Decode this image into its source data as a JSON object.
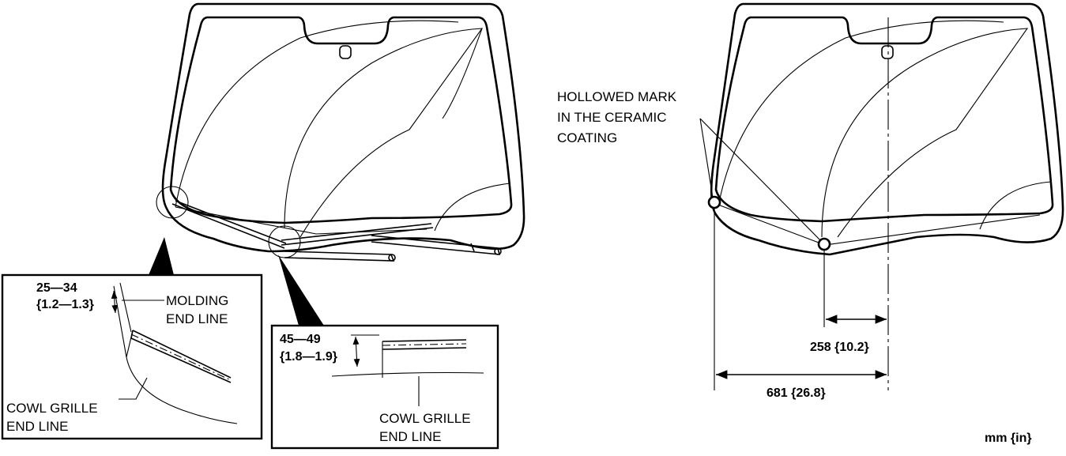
{
  "labels": {
    "dim_molding_mm": "25—34",
    "dim_molding_in": "{1.2—1.3}",
    "molding_line1": "MOLDING",
    "molding_line2": "END LINE",
    "cowl_left_line1": "COWL GRILLE",
    "cowl_left_line2": "END LINE",
    "dim_cowl_mm": "45—49",
    "dim_cowl_in": "{1.8—1.9}",
    "cowl_right_line1": "COWL GRILLE",
    "cowl_right_line2": "END LINE",
    "hollowed_line1": "HOLLOWED MARK",
    "hollowed_line2": "IN THE CERAMIC",
    "hollowed_line3": "COATING",
    "dim_258": "258 {10.2}",
    "dim_681": "681 {26.8}",
    "units": "mm {in}"
  },
  "colors": {
    "line": "#000000",
    "background": "#ffffff"
  }
}
